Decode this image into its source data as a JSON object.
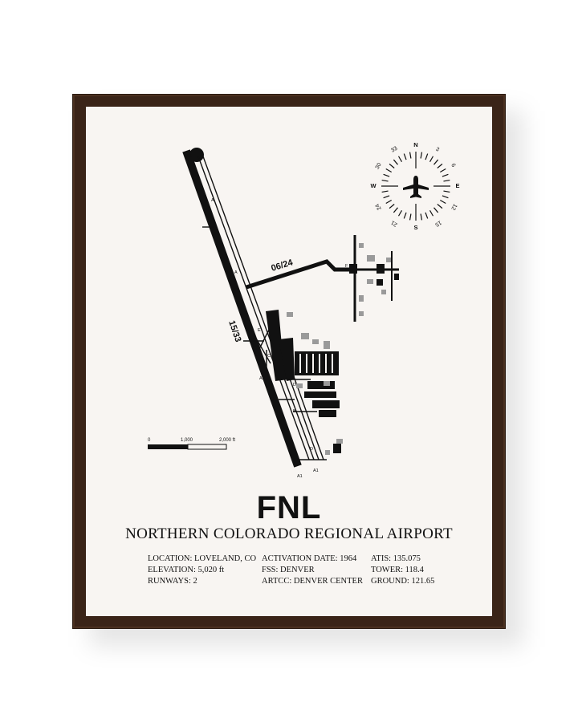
{
  "poster": {
    "code": "FNL",
    "name": "NORTHERN COLORADO REGIONAL AIRPORT",
    "info_left": [
      "LOCATION: LOVELAND, CO",
      "ELEVATION: 5,020 ft",
      "RUNWAYS: 2"
    ],
    "info_mid": [
      "ACTIVATION DATE: 1964",
      "FSS: DENVER",
      "ARTCC: DENVER CENTER"
    ],
    "info_right": [
      "ATIS: 135.075",
      "TOWER: 118.4",
      "GROUND: 121.65"
    ]
  },
  "diagram": {
    "runways": {
      "main": "15/33",
      "crosswind": "06/24"
    },
    "taxiways": [
      "A5",
      "A",
      "A4",
      "A",
      "A3",
      "E",
      "C",
      "A2",
      "D",
      "B",
      "D",
      "A1",
      "A1",
      "F"
    ],
    "scale": {
      "labels": [
        "0",
        "1,000",
        "2,000 ft"
      ]
    },
    "compass": {
      "cardinals": [
        "N",
        "E",
        "S",
        "W"
      ],
      "degrees": [
        "3",
        "6",
        "12",
        "15",
        "21",
        "24",
        "30",
        "33"
      ]
    }
  },
  "colors": {
    "frame": "#3a2418",
    "paper": "#f8f5f2",
    "ink": "#111111",
    "building_gray": "#9a9a9a"
  }
}
